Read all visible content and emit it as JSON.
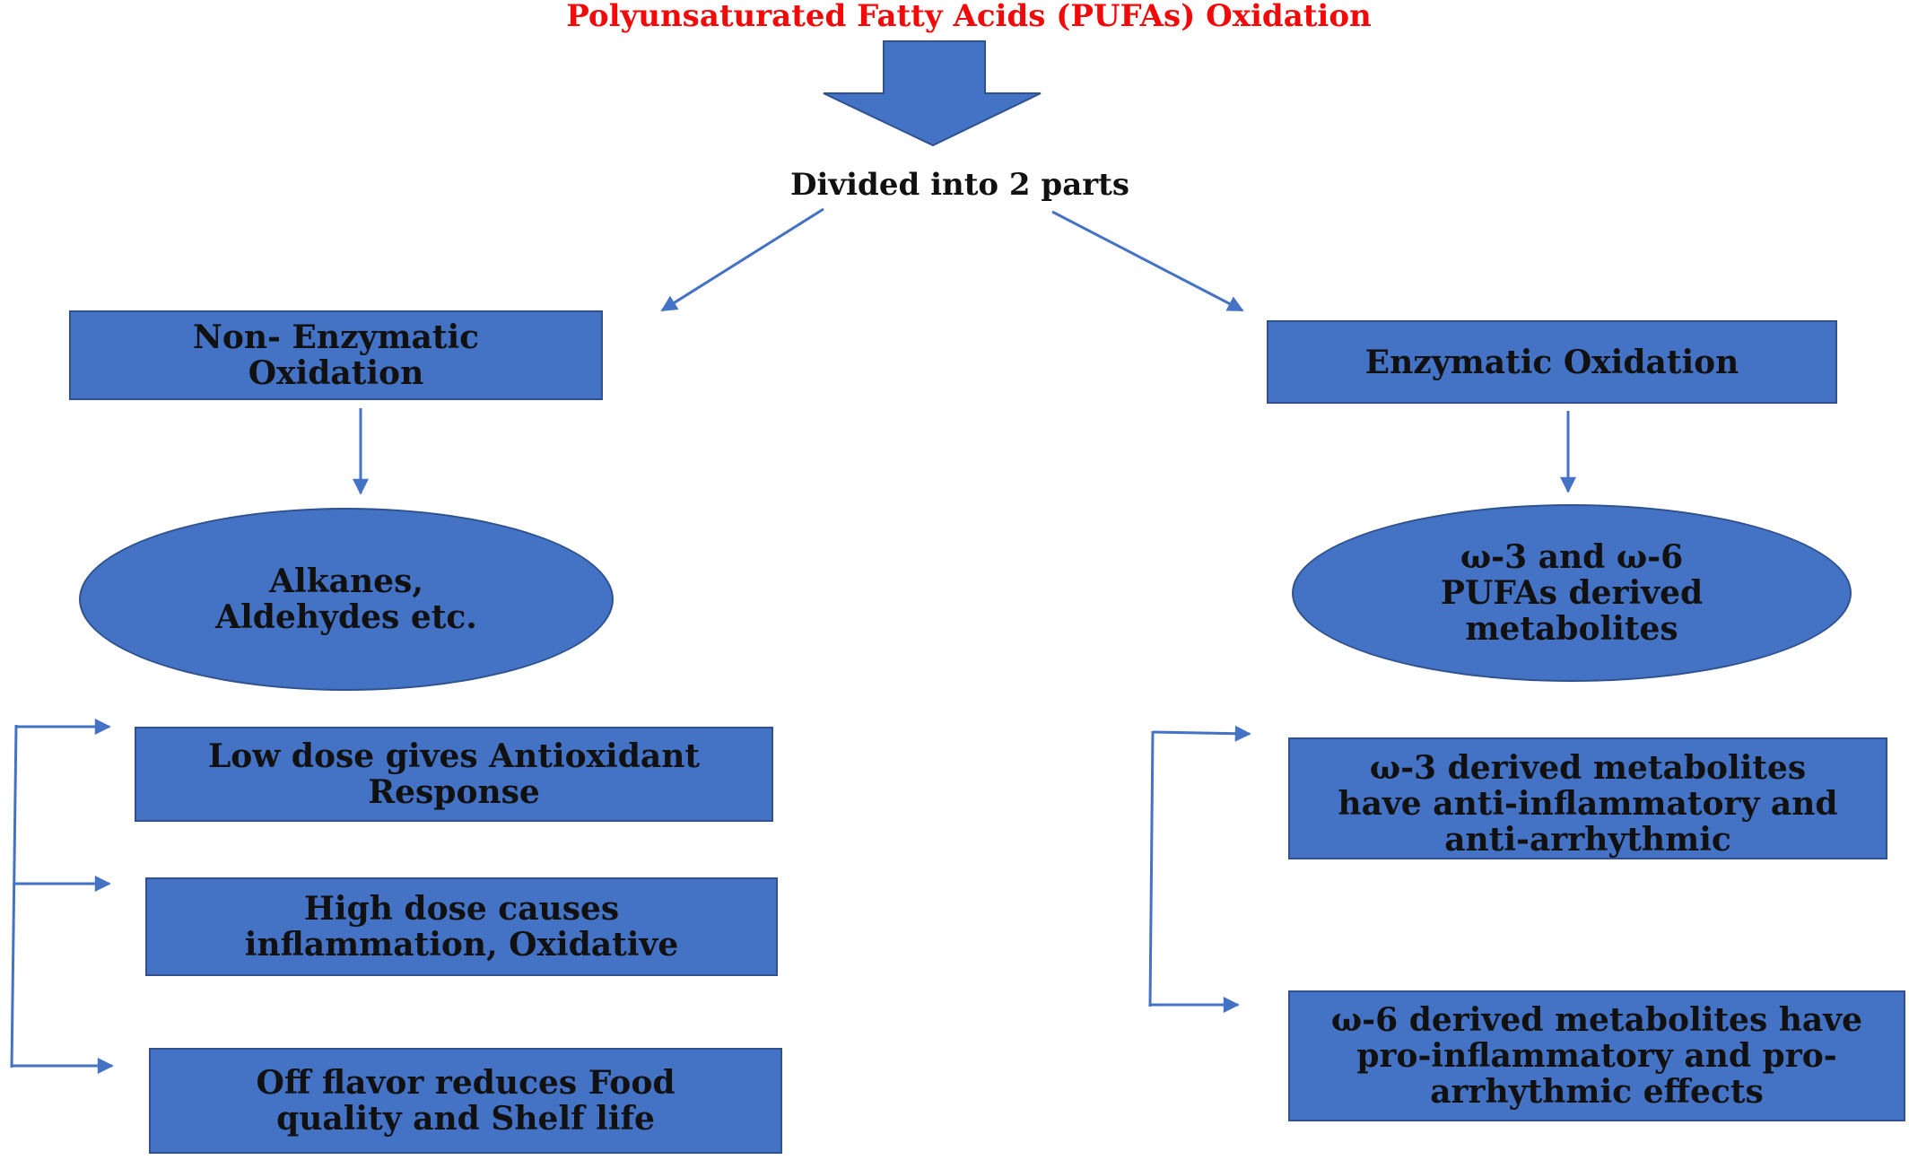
{
  "title": "Polyunsaturated Fatty Acids (PUFAs) Oxidation",
  "subtitle": "Divided into 2 parts",
  "branches": {
    "left": {
      "header": "Non- Enzymatic Oxidation",
      "product": "Alkanes, Aldehydes etc.",
      "effects": [
        "Low dose gives Antioxidant Response",
        "High dose causes inflammation, Oxidative",
        "Off flavor reduces Food quality and Shelf life"
      ]
    },
    "right": {
      "header": "Enzymatic Oxidation",
      "product": "ω-3 and ω-6 PUFAs derived metabolites",
      "effects": [
        "ω-3 derived metabolites have anti-inflammatory and anti-arrhythmic",
        "ω-6 derived metabolites have pro-inflammatory and pro-arrhythmic effects"
      ]
    }
  },
  "colors": {
    "title": "#f20a0a",
    "shape_fill": "#4472c4",
    "shape_border": "#2f528f",
    "connector": "#4472c4"
  }
}
